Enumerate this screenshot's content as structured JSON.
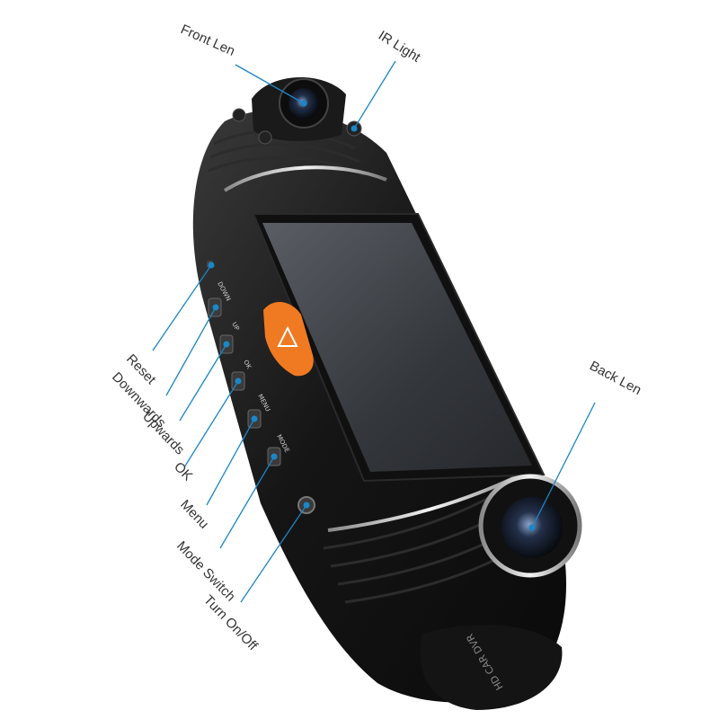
{
  "colors": {
    "leader": "#1b86c8",
    "body": "#1a1a1a",
    "accent_button": "#f07a22",
    "screen": "#3a3d42"
  },
  "device": {
    "body_text": "HD CAR DVR",
    "button_labels": [
      "DOWN",
      "UP",
      "OK",
      "MENU",
      "MODE"
    ]
  },
  "callouts": {
    "front_len": "Front Len",
    "ir_light": "IR Light",
    "reset": "Reset",
    "downwards": "Downwards",
    "upwards": "Upwards",
    "ok": "OK",
    "menu": "Menu",
    "mode_switch": "Mode Switch",
    "turn_on_off": "Turn On/Off",
    "back_len": "Back Len"
  }
}
